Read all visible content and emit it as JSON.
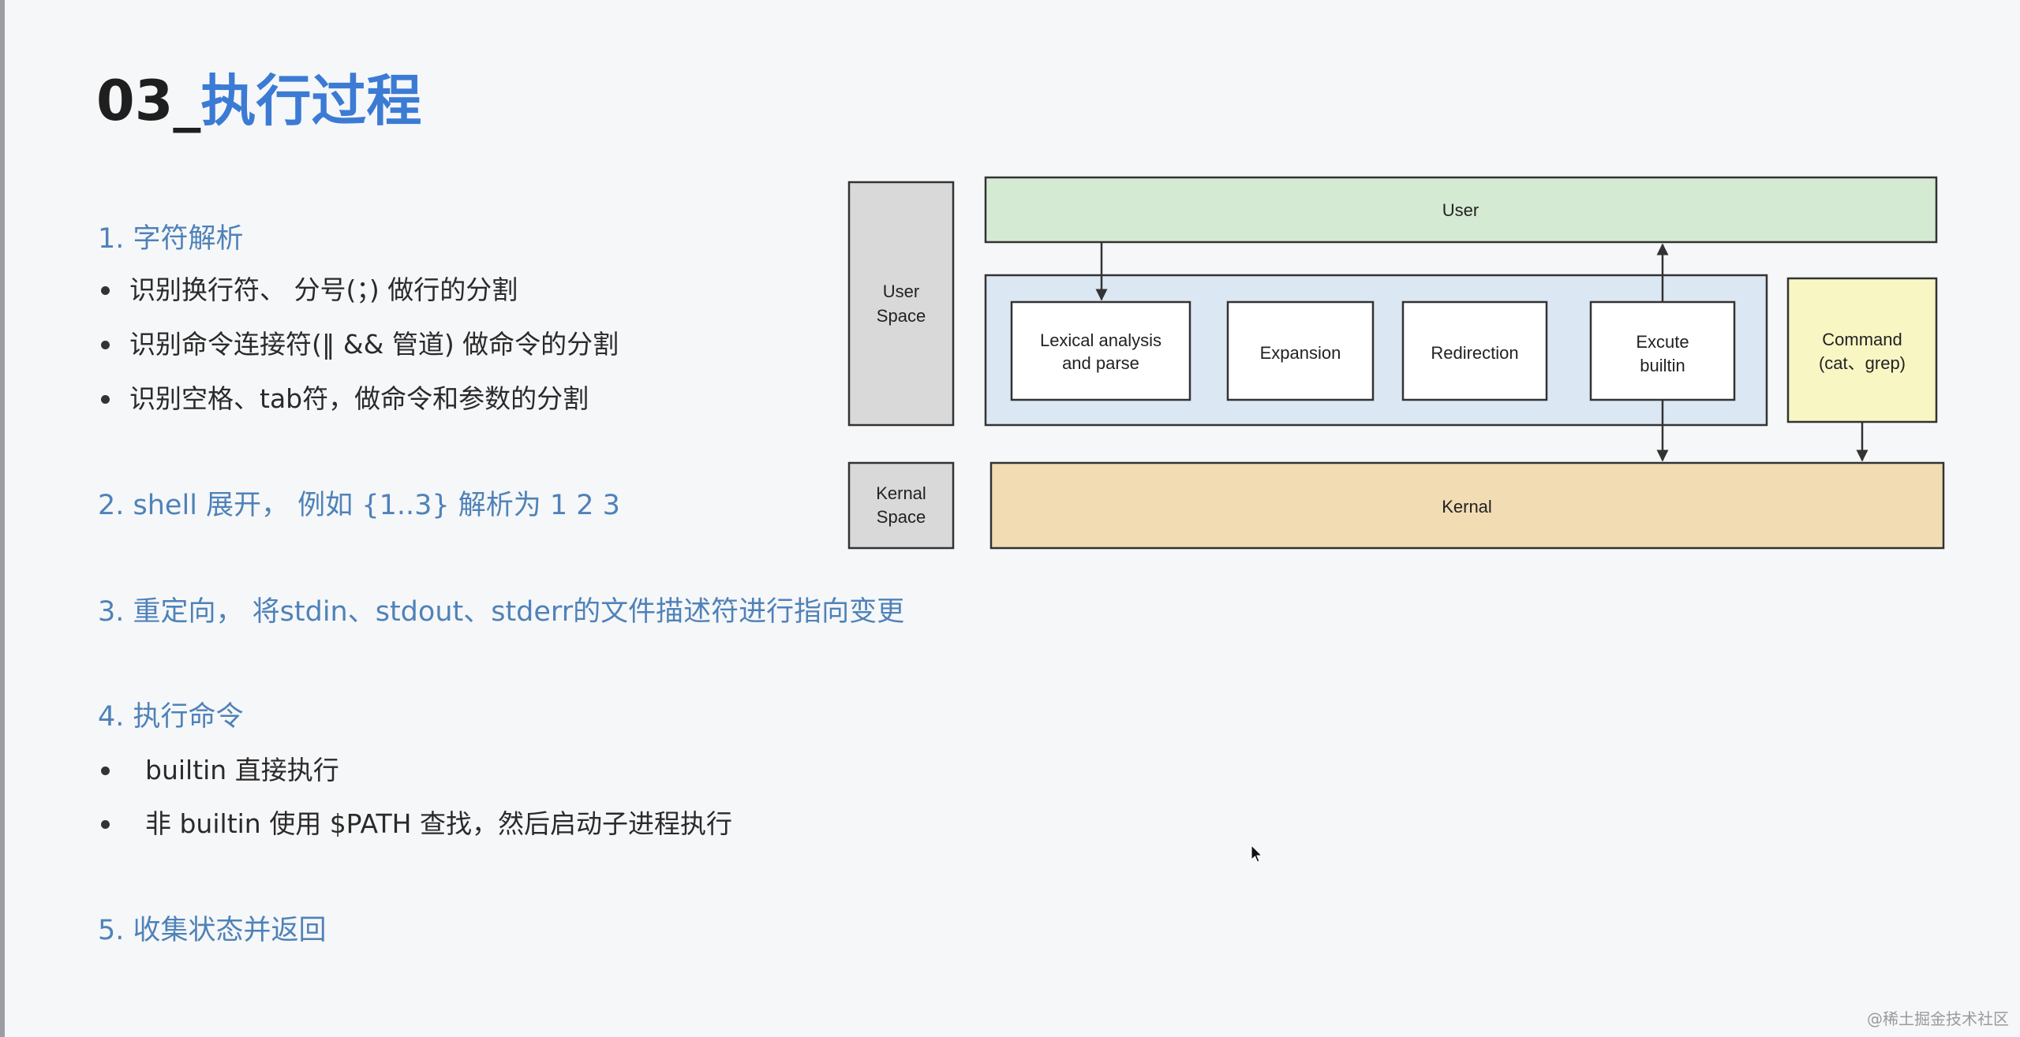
{
  "title": {
    "number": "03_",
    "text": "执行过程"
  },
  "steps": [
    {
      "label": "1.  字符解析",
      "bullets": [
        "识别换行符、 分号(；) 做行的分割",
        "识别命令连接符(‖ && 管道) 做命令的分割",
        "识别空格、tab符，做命令和参数的分割"
      ]
    },
    {
      "label": "2.  shell 展开， 例如 {1..3} 解析为  1 2 3",
      "bullets": []
    },
    {
      "label": "3.  重定向， 将stdin、stdout、stderr的文件描述符进行指向变更",
      "bullets": []
    },
    {
      "label": "4.  执行命令",
      "bullets": [
        "builtin 直接执行",
        "非 builtin 使用 $PATH 查找，然后启动子进程执行"
      ]
    },
    {
      "label": "5.  收集状态并返回",
      "bullets": []
    }
  ],
  "diagram": {
    "user_space": [
      "User",
      "Space"
    ],
    "kernal_space": [
      "Kernal",
      "Space"
    ],
    "user": "User",
    "kernal": "Kernal",
    "lexical": [
      "Lexical analysis",
      "and parse"
    ],
    "expansion": "Expansion",
    "redirection": "Redirection",
    "excute": [
      "Excute",
      "builtin"
    ],
    "command": [
      "Command",
      "(cat、grep)"
    ]
  },
  "colors": {
    "title_accent": "#3b7bd4",
    "step_text": "#4f82b8",
    "user_bar": "#d5ead3",
    "kernal_bar": "#f1dcb4",
    "inner_panel": "#dbe7f2",
    "command_box": "#f8f7c4",
    "space_label": "#d9d9d9"
  },
  "watermark": "@稀土掘金技术社区"
}
